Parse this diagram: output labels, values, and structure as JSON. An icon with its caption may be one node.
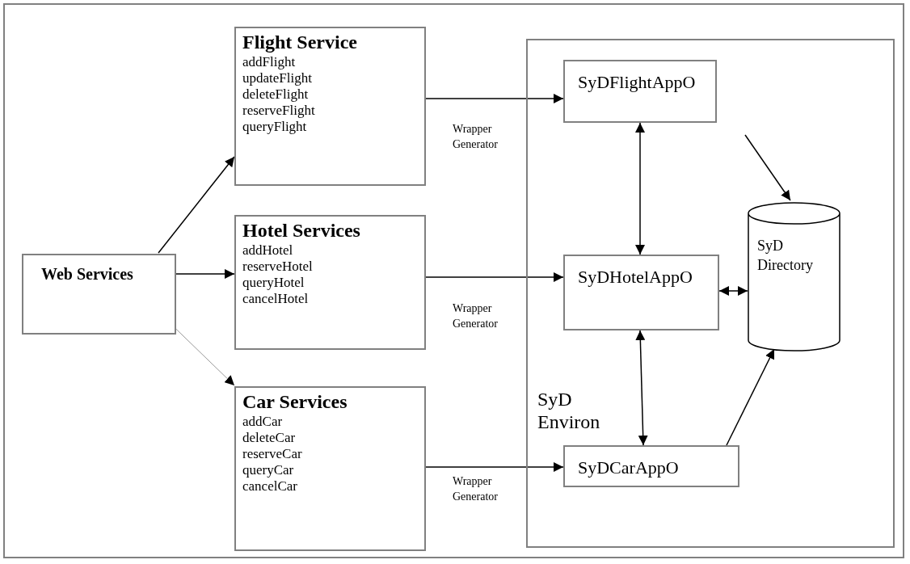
{
  "diagram": {
    "nodes": [
      {
        "text": [
          "Web Services"
        ]
      },
      {
        "text": [
          "Flight Service",
          "addFlight",
          "updateFlight",
          "deleteFlight",
          "reserveFlight",
          "queryFlight"
        ]
      },
      {
        "text": [
          "Hotel Services",
          "addHotel",
          "reserveHotel",
          "queryHotel",
          "cancelHotel"
        ]
      },
      {
        "text": [
          "Car Services",
          "addCar",
          "deleteCar",
          "reserveCar",
          "queryCar",
          "cancelCar"
        ]
      },
      {
        "text": [
          "SyD Environ"
        ]
      },
      {
        "text": [
          "SyDFlightAppO"
        ],
        "in": 4
      },
      {
        "text": [
          "SyDHotelAppO"
        ],
        "in": 4
      },
      {
        "text": [
          "SyD Directory"
        ],
        "in": 4
      },
      {
        "text": [
          "SyDCarAppO"
        ],
        "in": 4
      }
    ],
    "edges": [
      {
        "from": 0,
        "to": 1,
        "arrow": "to"
      },
      {
        "from": 0,
        "to": 2,
        "arrow": "to"
      },
      {
        "from": 0,
        "to": 3,
        "arrow": "to",
        "color": "#999999"
      },
      {
        "from": 1,
        "to": 5,
        "arrow": "to",
        "label": "Wrapper Generator"
      },
      {
        "from": 2,
        "to": 6,
        "arrow": "to",
        "label": "Wrapper Generator"
      },
      {
        "from": 3,
        "to": 8,
        "arrow": "to",
        "label": "Wrapper Generator"
      },
      {
        "from": 5,
        "to": 6,
        "arrow": "both"
      },
      {
        "from": 6,
        "to": 8,
        "arrow": "both"
      },
      {
        "from": 6,
        "to": 7,
        "arrow": "both"
      },
      {
        "from": 5,
        "to": 7,
        "arrow": "to"
      },
      {
        "from": 8,
        "to": 7,
        "arrow": "to"
      }
    ]
  }
}
